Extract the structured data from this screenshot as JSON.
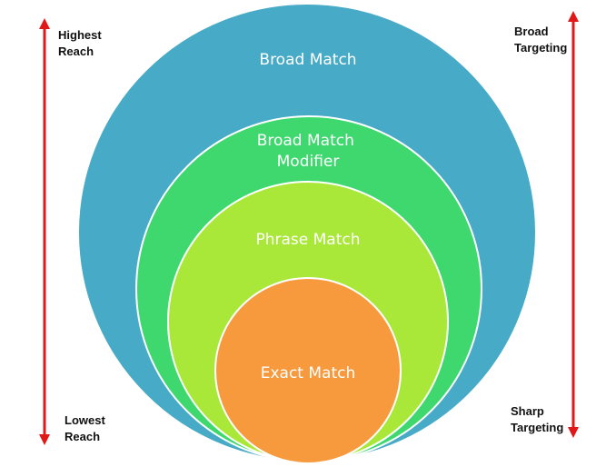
{
  "left_scale": {
    "top_label": [
      "Highest",
      "Reach"
    ],
    "bottom_label": [
      "Lowest",
      "Reach"
    ]
  },
  "right_scale": {
    "top_label": [
      "Broad",
      "Targeting"
    ],
    "bottom_label": [
      "Sharp",
      "Targeting"
    ]
  },
  "rings": [
    {
      "label_lines": [
        "Broad Match"
      ],
      "color": "#47aac6"
    },
    {
      "label_lines": [
        "Broad Match",
        "Modifier"
      ],
      "color": "#3ed86f"
    },
    {
      "label_lines": [
        "Phrase Match"
      ],
      "color": "#a9e838"
    },
    {
      "label_lines": [
        "Exact Match"
      ],
      "color": "#f79a3e"
    }
  ],
  "colors": {
    "arrow": "#e01818",
    "ring_outline": "#ffffff",
    "label_text": "#ffffff"
  }
}
